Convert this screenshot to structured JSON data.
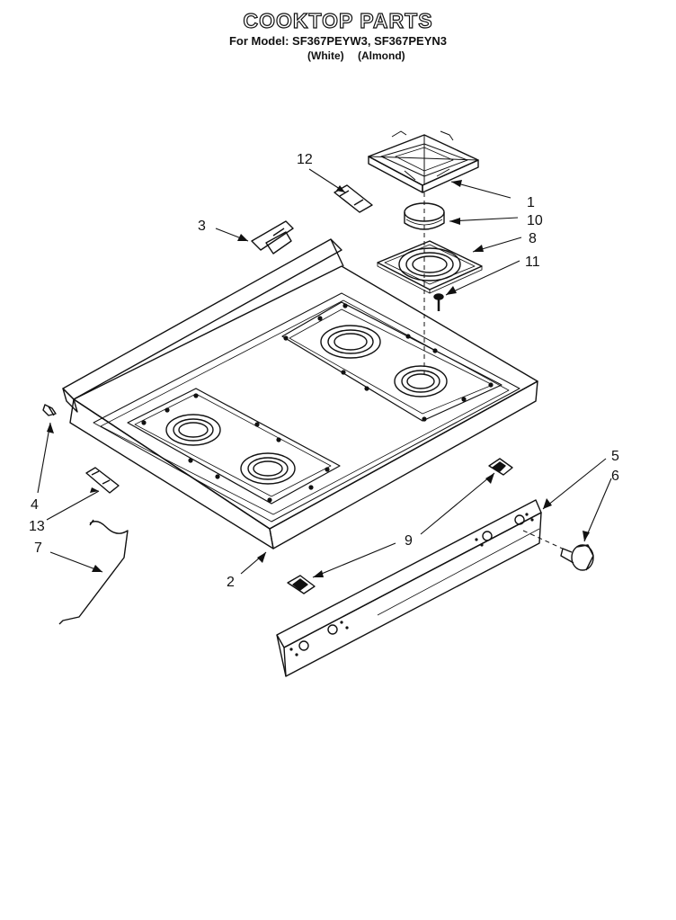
{
  "header": {
    "title": "COOKTOP PARTS",
    "model_line": "For Model: SF367PEYW3, SF367PEYN3",
    "variant_white": "(White)",
    "variant_almond": "(Almond)"
  },
  "callouts": {
    "c1": "1",
    "c2": "2",
    "c3": "3",
    "c4": "4",
    "c5": "5",
    "c6": "6",
    "c7": "7",
    "c8": "8",
    "c9": "9",
    "c10": "10",
    "c11": "11",
    "c12": "12",
    "c13": "13"
  },
  "colors": {
    "line": "#111111",
    "background": "#ffffff"
  }
}
